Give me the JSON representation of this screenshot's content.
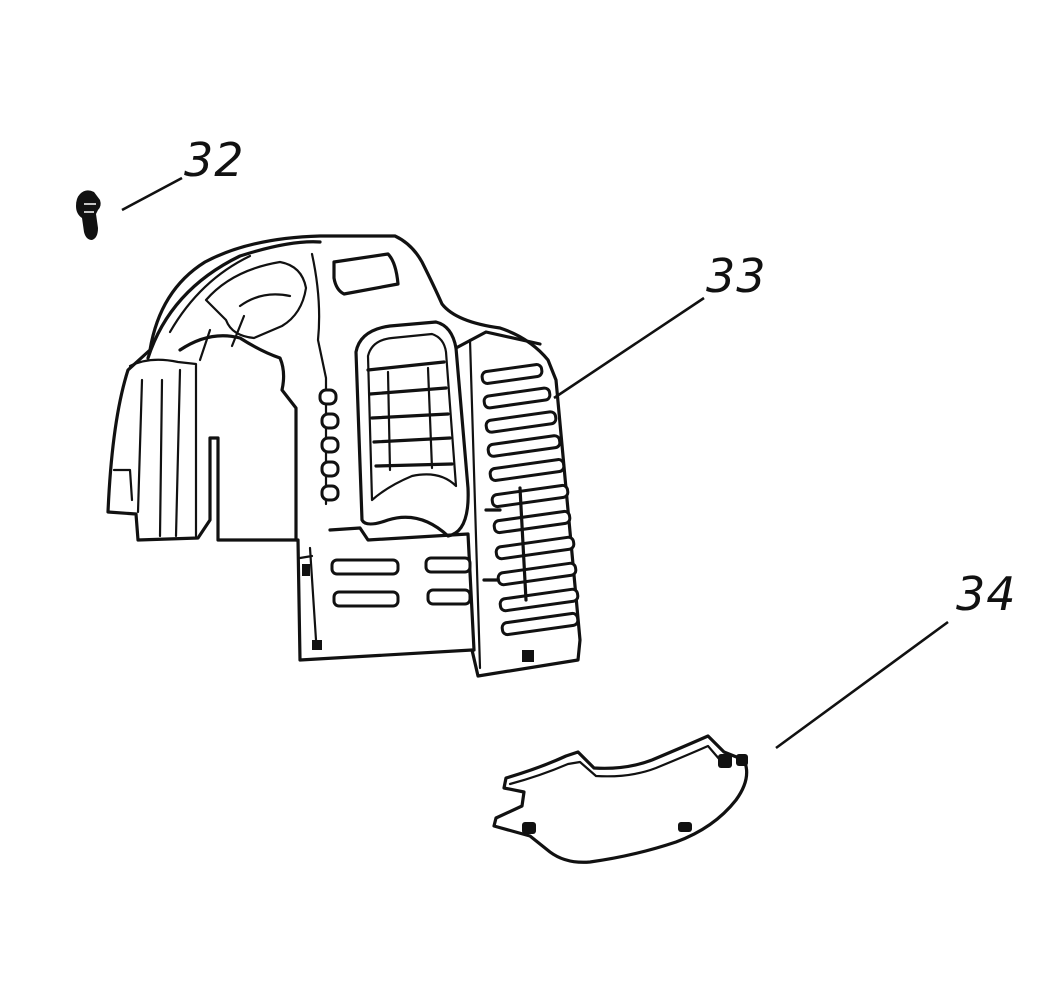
{
  "diagram": {
    "callouts": [
      {
        "id": "32",
        "label": "32"
      },
      {
        "id": "33",
        "label": "33"
      },
      {
        "id": "34",
        "label": "34"
      }
    ],
    "colors": {
      "ink": "#111111",
      "paper": "#ffffff"
    }
  }
}
